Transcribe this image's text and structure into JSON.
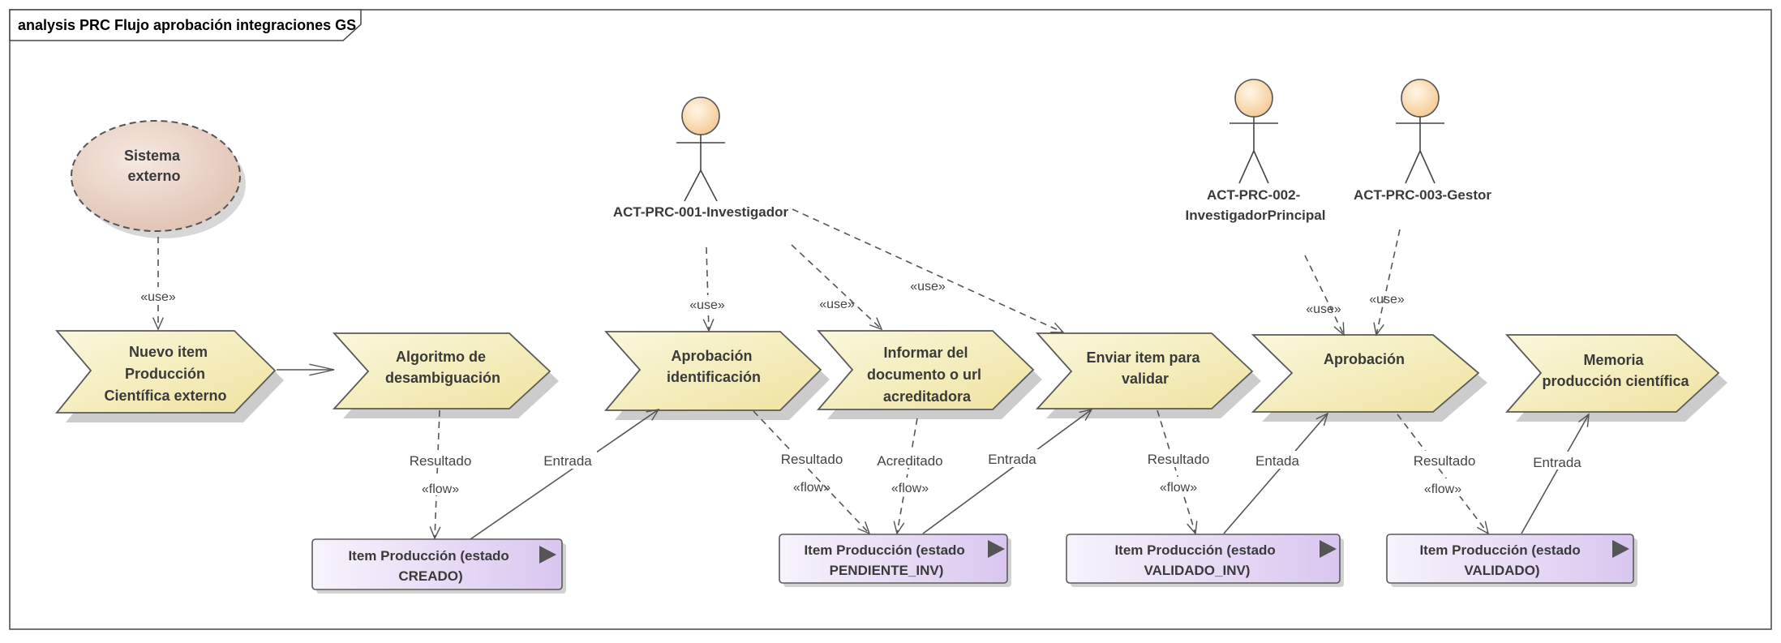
{
  "diagram": {
    "title": "analysis PRC Flujo aprobación integraciones GS",
    "external": {
      "lines": [
        "Sistema",
        "externo"
      ]
    },
    "actors": [
      {
        "lines": [
          "ACT-PRC-001-Investigador"
        ]
      },
      {
        "lines": [
          "ACT-PRC-002-",
          "InvestigadorPrincipal"
        ]
      },
      {
        "lines": [
          "ACT-PRC-003-Gestor"
        ]
      }
    ],
    "processes": [
      {
        "lines": [
          "Nuevo item",
          "Producción",
          "Científica externo"
        ]
      },
      {
        "lines": [
          "Algoritmo de",
          "desambiguación"
        ]
      },
      {
        "lines": [
          "Aprobación",
          "identificación"
        ]
      },
      {
        "lines": [
          "Informar del",
          "documento o url",
          "acreditadora"
        ]
      },
      {
        "lines": [
          "Enviar item para",
          "validar"
        ]
      },
      {
        "lines": [
          "Aprobación"
        ]
      },
      {
        "lines": [
          "Memoria",
          "producción científica"
        ]
      }
    ],
    "objects": [
      {
        "lines": [
          "Item Producción (estado",
          "CREADO)"
        ]
      },
      {
        "lines": [
          "Item Producción (estado",
          "PENDIENTE_INV)"
        ]
      },
      {
        "lines": [
          "Item Producción (estado",
          "VALIDADO_INV)"
        ]
      },
      {
        "lines": [
          "Item Producción (estado",
          "VALIDADO)"
        ]
      }
    ],
    "stereotypes": {
      "use": "«use»",
      "flow": "«flow»"
    },
    "labels": {
      "resultado": "Resultado",
      "entrada": "Entrada",
      "acreditado": "Acreditado",
      "entada": "Entada"
    },
    "colors": {
      "process_fill": "#F6F0C0",
      "process_stroke": "#5a5a5a",
      "object_fill": "#EDE3F7",
      "object_stroke": "#5a5a5a",
      "actor_head": "#F8D9B0",
      "external_fill": "#E8D0C4",
      "line": "#555555"
    }
  }
}
